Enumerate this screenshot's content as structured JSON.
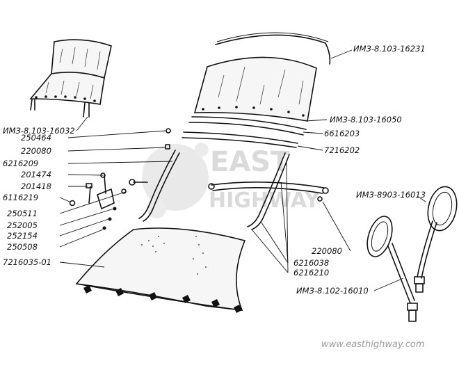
{
  "watermark": {
    "line1": "EAST",
    "line2": "HIGHWAY",
    "site": "www.easthighway.com"
  },
  "labels": [
    "ИМЗ-8.103-16231",
    "ИМЗ-8.103-16050",
    "6616203",
    "7216202",
    "ИМЗ-8.103-16032",
    "250464",
    "220080",
    "6216209",
    "201474",
    "201418",
    "6116219",
    "250511",
    "252005",
    "252154",
    "250508",
    "7216035-01",
    "ИМЗ-8903-16013",
    "220080",
    "6216038",
    "6216210",
    "ИМЗ-8.102-16010"
  ]
}
